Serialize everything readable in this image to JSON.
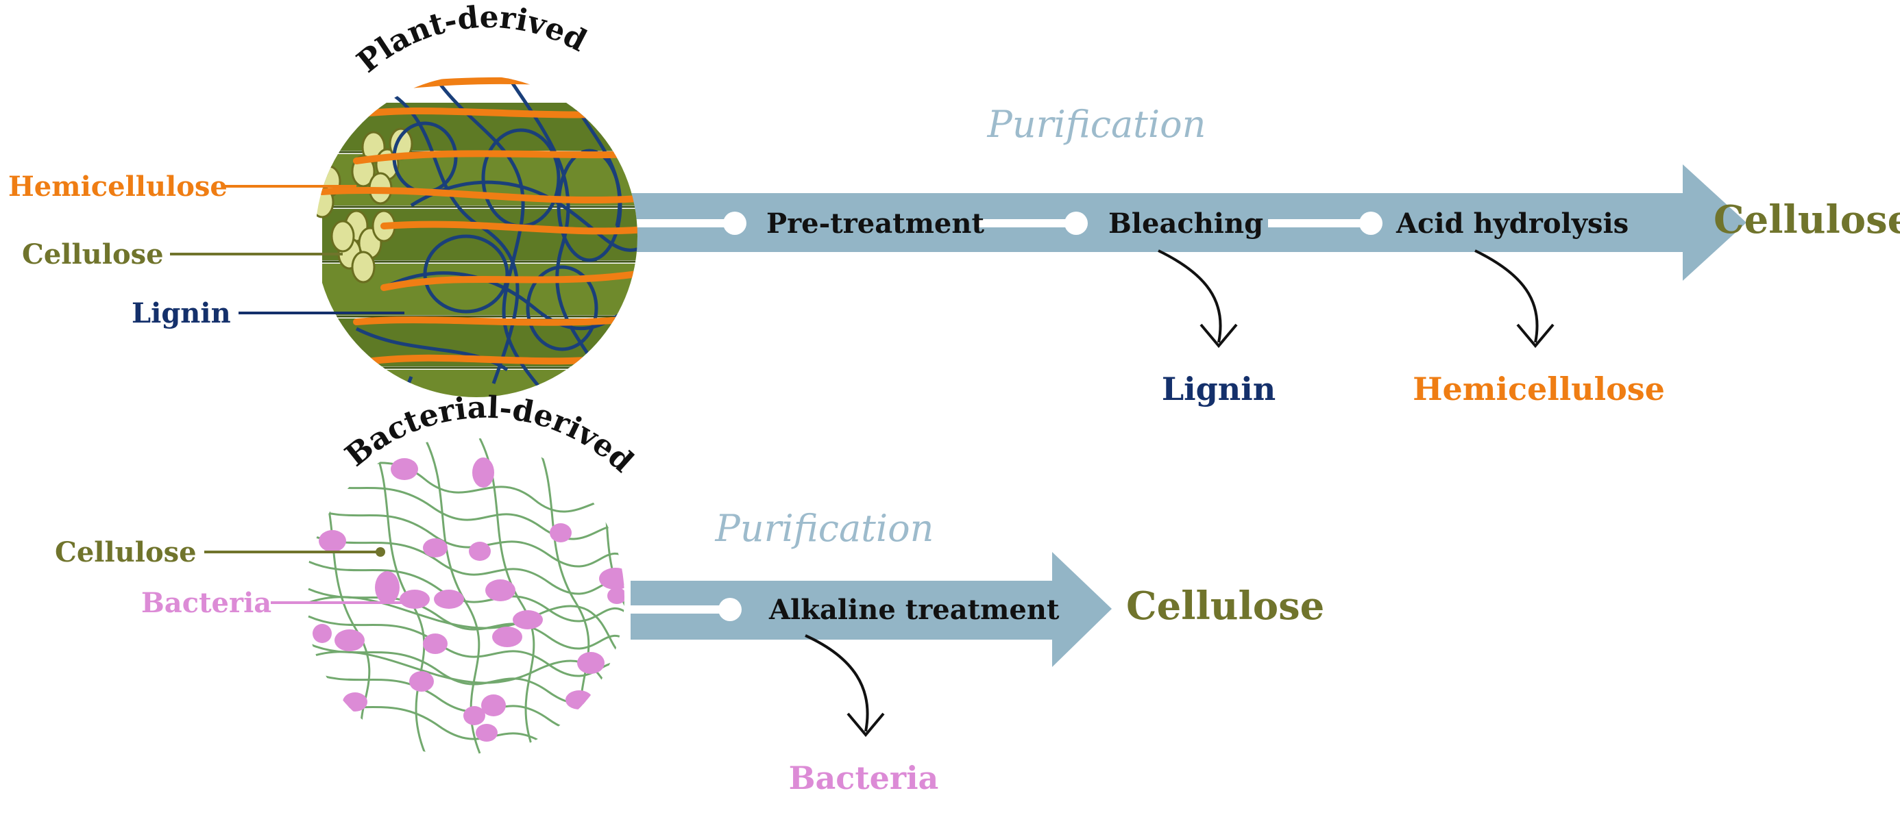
{
  "colors": {
    "arrow": "#93b5c6",
    "purification": "#9dbbcc",
    "hemicellulose": "#ef7d13",
    "cellulose": "#70742c",
    "lignin": "#14306b",
    "bacteria": "#dc8bd6",
    "fiber_green": "#6f8a2c",
    "bacterial_fiber": "#5a9a55",
    "text_dark": "#111111"
  },
  "plant": {
    "title": "Plant-derived",
    "labels": {
      "hemicellulose": "Hemicellulose",
      "cellulose": "Cellulose",
      "lignin": "Lignin"
    },
    "process_label": "Purification",
    "steps": [
      "Pre-treatment",
      "Bleaching",
      "Acid hydrolysis"
    ],
    "product": "Cellulose",
    "byproducts": {
      "bleaching": "Lignin",
      "acid_hydrolysis": "Hemicellulose"
    }
  },
  "bacterial": {
    "title": "Bacterial-derived",
    "labels": {
      "cellulose": "Cellulose",
      "bacteria": "Bacteria"
    },
    "process_label": "Purification",
    "steps": [
      "Alkaline treatment"
    ],
    "product": "Cellulose",
    "byproducts": {
      "alkaline": "Bacteria"
    }
  }
}
